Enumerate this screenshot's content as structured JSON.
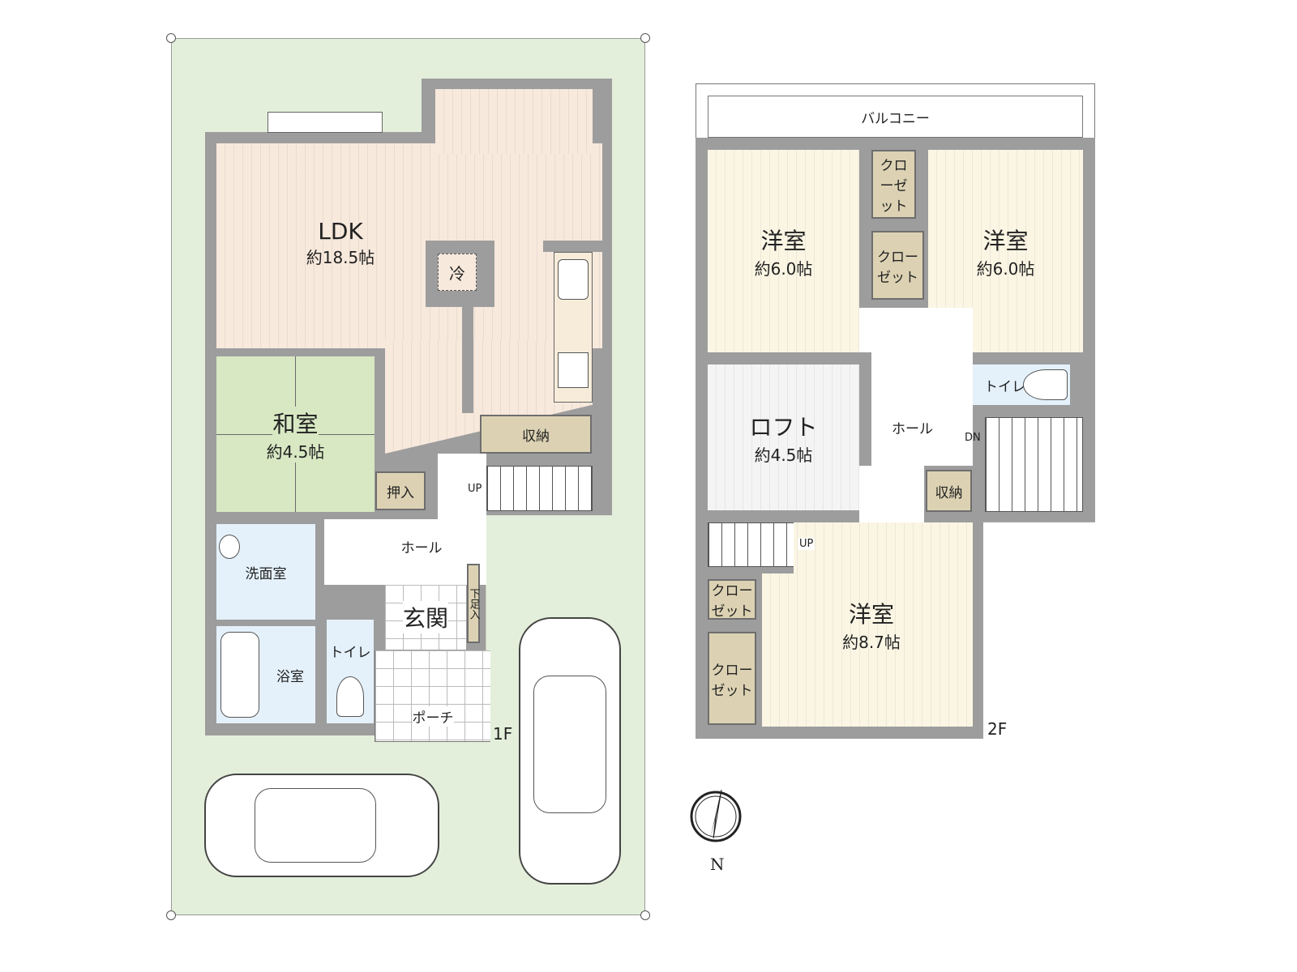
{
  "floor1": {
    "level_label": "1F",
    "rooms": {
      "ldk": {
        "name": "LDK",
        "size": "約18.5帖"
      },
      "fridge": "冷",
      "washitsu": {
        "name": "和室",
        "size": "約4.5帖"
      },
      "storage": "収納",
      "oshiire": "押入",
      "up": "UP",
      "hall": "ホール",
      "senmen": "洗面室",
      "bath": "浴室",
      "toilet": "トイレ",
      "genkan": "玄関",
      "shoe": "下足入",
      "porch": "ポーチ"
    }
  },
  "floor2": {
    "level_label": "2F",
    "rooms": {
      "balcony": "バルコニー",
      "room_nw": {
        "name": "洋室",
        "size": "約6.0帖"
      },
      "room_ne": {
        "name": "洋室",
        "size": "約6.0帖"
      },
      "closet": "クローゼット",
      "loft": {
        "name": "ロフト",
        "size": "約4.5帖"
      },
      "hall": "ホール",
      "toilet": "トイレ",
      "dn": "DN",
      "storage": "収納",
      "up": "UP",
      "room_s": {
        "name": "洋室",
        "size": "約8.7帖"
      }
    }
  },
  "compass": {
    "label": "N",
    "icon": "north-arrow-icon"
  },
  "colors": {
    "lot": "#e3efda",
    "wall": "#9d9d9d",
    "ldk": "#f8e9dd",
    "washitsu": "#d7e8c3",
    "wet": "#e4f1fb",
    "storage": "#dcd2b3",
    "yoshitsu": "#fbf6e4"
  }
}
